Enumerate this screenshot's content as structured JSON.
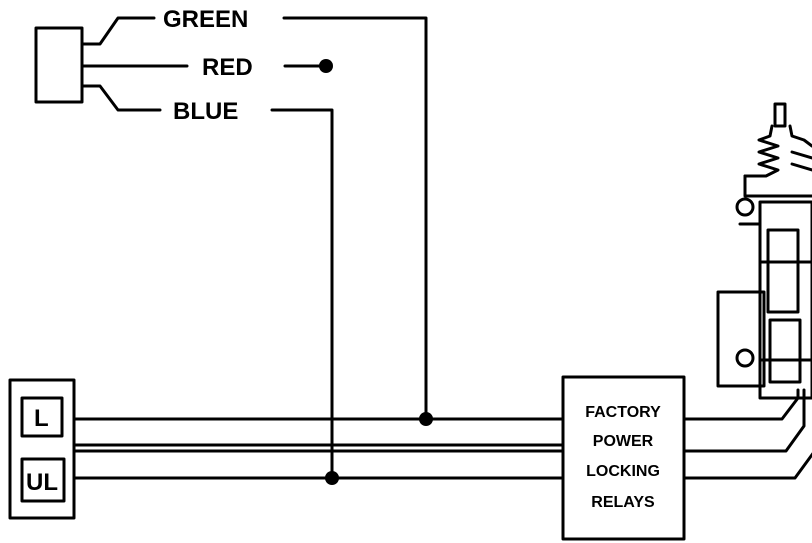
{
  "wires": {
    "green": "GREEN",
    "red": "RED",
    "blue": "BLUE"
  },
  "switch_box": {
    "lock": "L",
    "unlock": "UL"
  },
  "relay_box": {
    "line1": "FACTORY",
    "line2": "POWER",
    "line3": "LOCKING",
    "line4": "RELAYS"
  }
}
